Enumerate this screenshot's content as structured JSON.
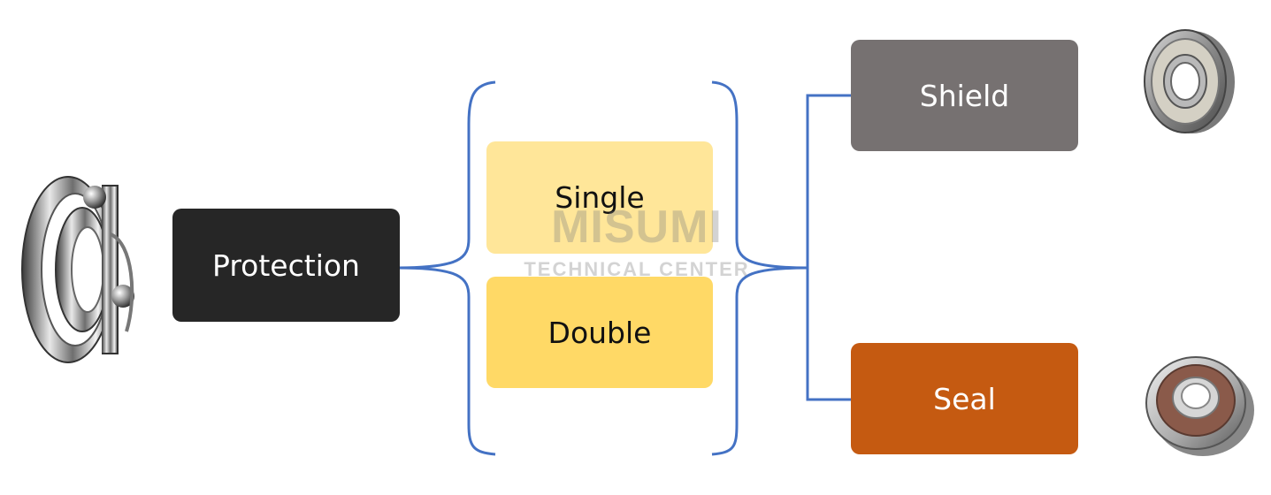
{
  "diagram": {
    "root": {
      "label": "Protection"
    },
    "options": [
      {
        "label": "Single"
      },
      {
        "label": "Double"
      }
    ],
    "types": [
      {
        "label": "Shield"
      },
      {
        "label": "Seal"
      }
    ]
  },
  "watermark": {
    "brand": "MISUMI",
    "subtitle": "TECHNICAL CENTER"
  },
  "colors": {
    "root_fill": "#262626",
    "single_fill": "#ffe699",
    "double_fill": "#ffd966",
    "shield_fill": "#767171",
    "seal_fill": "#c55a11",
    "connector": "#4472c4"
  }
}
